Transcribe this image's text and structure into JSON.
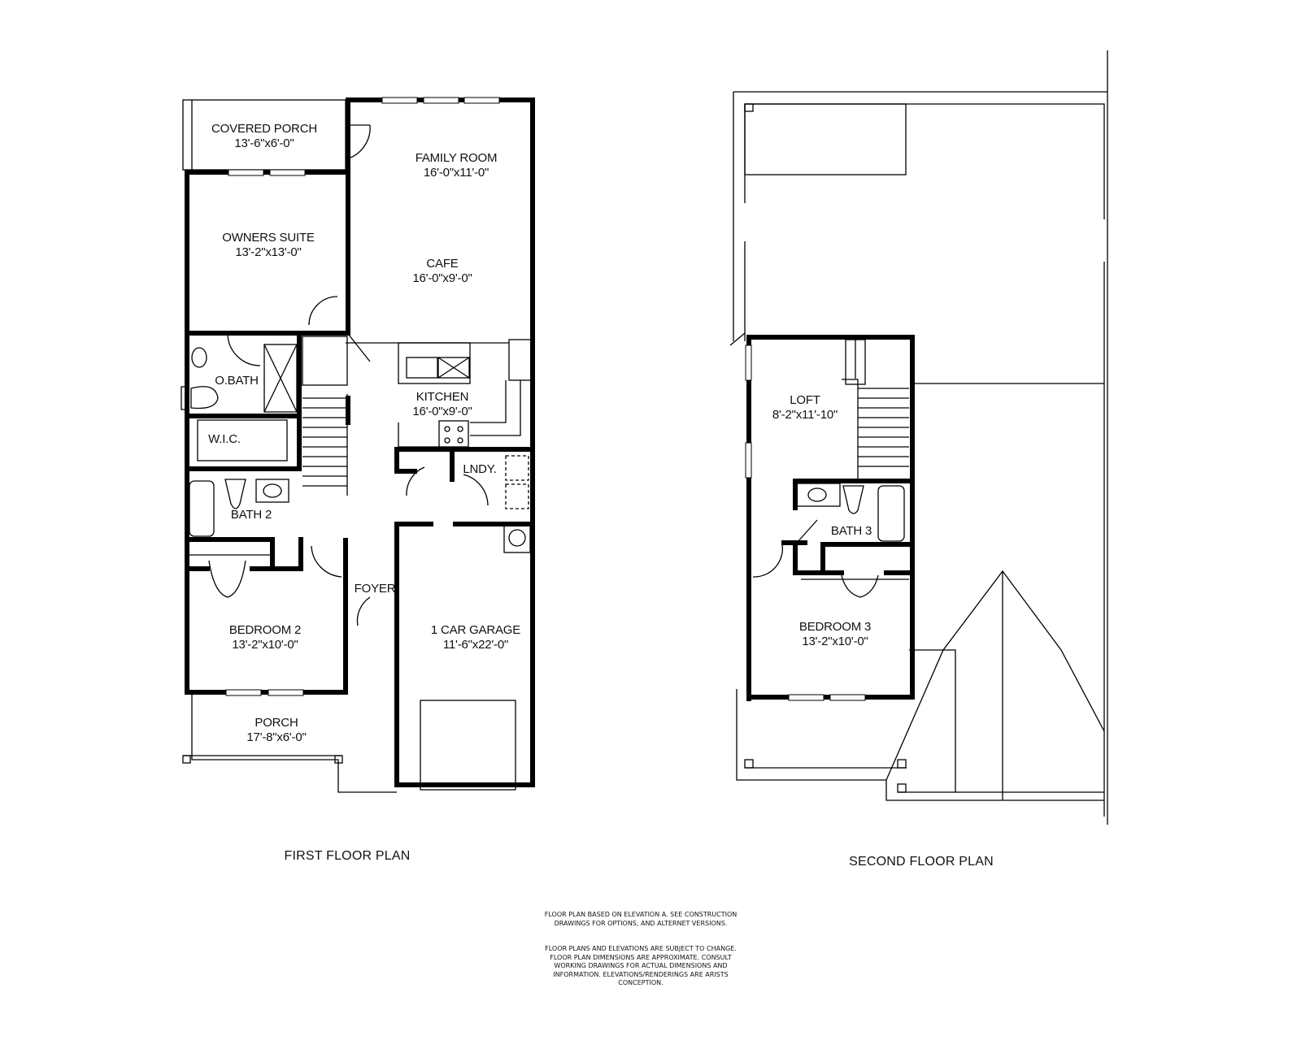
{
  "first_floor": {
    "title": "FIRST FLOOR PLAN",
    "rooms": [
      {
        "name": "COVERED PORCH",
        "dim": "13'-6\"x6'-0\""
      },
      {
        "name": "FAMILY ROOM",
        "dim": "16'-0\"x11'-0\""
      },
      {
        "name": "OWNERS SUITE",
        "dim": "13'-2\"x13'-0\""
      },
      {
        "name": "CAFE",
        "dim": "16'-0\"x9'-0\""
      },
      {
        "name": "O.BATH",
        "dim": ""
      },
      {
        "name": "KITCHEN",
        "dim": "16'-0\"x9'-0\""
      },
      {
        "name": "W.I.C.",
        "dim": ""
      },
      {
        "name": "LNDY.",
        "dim": ""
      },
      {
        "name": "BATH 2",
        "dim": ""
      },
      {
        "name": "FOYER",
        "dim": ""
      },
      {
        "name": "BEDROOM 2",
        "dim": "13'-2\"x10'-0\""
      },
      {
        "name": "1 CAR GARAGE",
        "dim": "11'-6\"x22'-0\""
      },
      {
        "name": "PORCH",
        "dim": "17'-8\"x6'-0\""
      }
    ]
  },
  "second_floor": {
    "title": "SECOND FLOOR PLAN",
    "rooms": [
      {
        "name": "LOFT",
        "dim": "8'-2\"x11'-10\""
      },
      {
        "name": "BATH 3",
        "dim": ""
      },
      {
        "name": "BEDROOM 3",
        "dim": "13'-2\"x10'-0\""
      }
    ]
  },
  "notes": {
    "line1": "FLOOR PLAN BASED ON ELEVATION A. SEE CONSTRUCTION",
    "line2": "DRAWINGS FOR OPTIONS, AND ALTERNET VERSIONS.",
    "line3": "FLOOR PLANS AND ELEVATIONS ARE SUBJECT TO CHANGE.",
    "line4": "FLOOR PLAN DIMENSIONS ARE APPROXIMATE. CONSULT",
    "line5": "WORKING DRAWINGS FOR ACTUAL DIMENSIONS AND",
    "line6": "INFORMATION. ELEVATIONS/RENDERINGS ARE ARISTS",
    "line7": "CONCEPTION."
  }
}
